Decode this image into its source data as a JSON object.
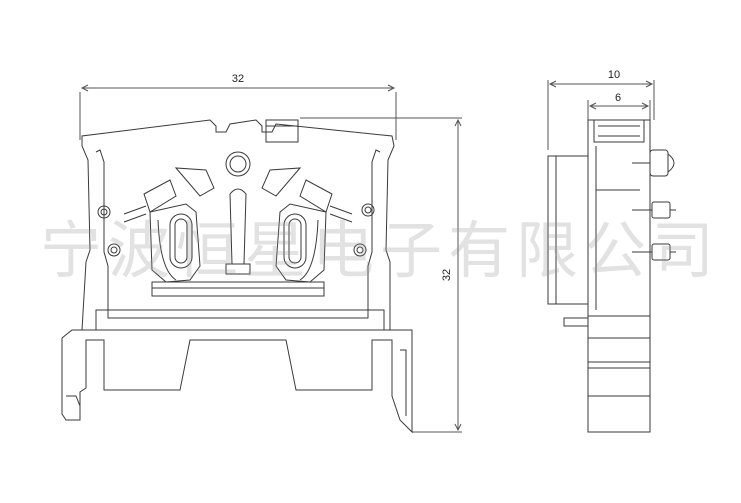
{
  "front_view": {
    "width_dim": "32",
    "height_dim": "32"
  },
  "side_view": {
    "outer_dim": "10",
    "inner_dim": "6"
  },
  "watermark": "宁波恒星电子有限公司",
  "colors": {
    "line": "#3a3a3a",
    "dim_line": "#555555",
    "watermark": "#969696"
  }
}
